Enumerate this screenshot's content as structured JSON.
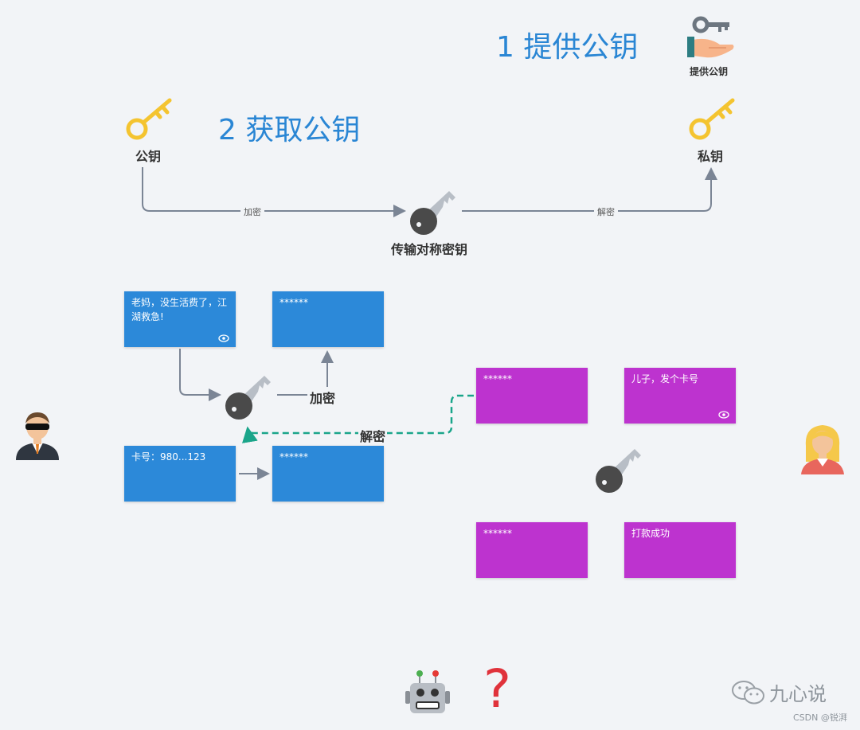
{
  "steps": {
    "step1": "1 提供公钥",
    "step2": "2 获取公钥"
  },
  "labels": {
    "provide_pubkey": "提供公钥",
    "public_key": "公钥",
    "private_key": "私钥",
    "transfer_sym_key": "传输对称密钥",
    "encrypt_edge": "加密",
    "decrypt_edge": "解密",
    "encrypt": "加密",
    "decrypt": "解密"
  },
  "son_cards": {
    "msg1_plain": "老妈，没生活费了，江湖救急!",
    "msg1_cipher": "******",
    "msg2_plain": "卡号：980...123",
    "msg2_cipher": "******"
  },
  "mom_cards": {
    "reply1_cipher": "******",
    "reply1_plain": "儿子，发个卡号",
    "reply2_cipher": "******",
    "reply2_plain": "打款成功"
  },
  "unknown": {
    "question_mark": "?"
  },
  "watermark": {
    "brand": "九心说",
    "csdn": "CSDN @锐湃"
  },
  "colors": {
    "title_blue": "#2a86d4",
    "son_card": "#2c89d9",
    "mom_card": "#bd33cf",
    "key_gold": "#f4c430",
    "key_dark": "#555555",
    "arrow_gray": "#7b8595",
    "decrypt_teal": "#1aa58a",
    "question_red": "#e0323b"
  }
}
